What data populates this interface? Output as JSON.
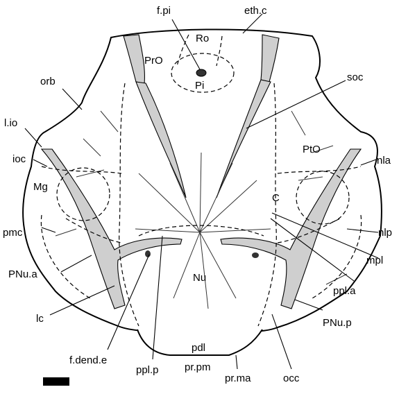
{
  "labels": {
    "f_pi": "f.pi",
    "eth_c": "eth.c",
    "Ro": "Ro",
    "PrO": "PrO",
    "Pi": "Pi",
    "orb": "orb",
    "soc": "soc",
    "l_io": "l.io",
    "ioc": "ioc",
    "PtO": "PtO",
    "nla": "nla",
    "Mg": "Mg",
    "C": "C",
    "pmc": "pmc",
    "nlp": "nlp",
    "mpl": "mpl",
    "Nu": "Nu",
    "PNu_a": "PNu.a",
    "ppl_a": "ppl.a",
    "lc": "lc",
    "PNu_p": "PNu.p",
    "f_dend_e": "f.dend.e",
    "pdl": "pdl",
    "ppl_p": "ppl.p",
    "pr_pm": "pr.pm",
    "occ": "occ",
    "pr_ma": "pr.ma"
  },
  "colors": {
    "outline": "#000000",
    "shading": "#cfcfcf",
    "background": "#ffffff"
  }
}
